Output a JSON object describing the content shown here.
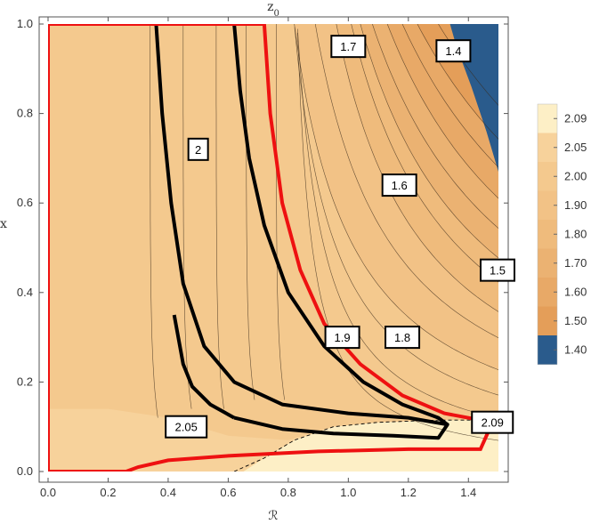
{
  "chart_data": {
    "type": "contour",
    "title": "z0",
    "xlabel": "ℛ",
    "ylabel": "x",
    "xlim": [
      0,
      1.5
    ],
    "ylim": [
      0,
      1.0
    ],
    "x_ticks": [
      "0.0",
      "0.2",
      "0.4",
      "0.6",
      "0.8",
      "1.0",
      "1.2",
      "1.4"
    ],
    "y_ticks": [
      "0.0",
      "0.2",
      "0.4",
      "0.6",
      "0.8",
      "1.0"
    ],
    "x_tick_values": [
      0,
      0.2,
      0.4,
      0.6,
      0.8,
      1.0,
      1.2,
      1.4
    ],
    "y_tick_values": [
      0,
      0.2,
      0.4,
      0.6,
      0.8,
      1.0
    ],
    "contour_labels": [
      {
        "text": "1.7",
        "x": 1.0,
        "y": 0.95
      },
      {
        "text": "1.4",
        "x": 1.35,
        "y": 0.94
      },
      {
        "text": "2",
        "x": 0.5,
        "y": 0.72
      },
      {
        "text": "1.6",
        "x": 1.17,
        "y": 0.64
      },
      {
        "text": "1.5",
        "x": 1.5,
        "y": 0.45
      },
      {
        "text": "1.9",
        "x": 0.98,
        "y": 0.3
      },
      {
        "text": "1.8",
        "x": 1.18,
        "y": 0.3
      },
      {
        "text": "2.05",
        "x": 0.46,
        "y": 0.1
      },
      {
        "text": "2.09",
        "x": 1.48,
        "y": 0.11
      }
    ],
    "legend": {
      "levels": [
        "2.09",
        "2.05",
        "2.00",
        "1.90",
        "1.80",
        "1.70",
        "1.60",
        "1.50",
        "1.40"
      ],
      "colors": [
        "#fdefc6",
        "#f7d29b",
        "#f4c98e",
        "#f2c286",
        "#efbb7c",
        "#ebb272",
        "#e8a967",
        "#e49e59",
        "#2a5b8c"
      ]
    },
    "region_colors": {
      "z_2_09_plus": "#fdefc6",
      "z_2_05": "#f7d29b",
      "z_2_00": "#f4c98e",
      "z_1_90": "#f2c286",
      "z_1_80": "#efbb7c",
      "z_1_70": "#ebb272",
      "z_1_60": "#e8a967",
      "z_1_50": "#e49e59",
      "z_below_1_5": "#2a5b8c"
    },
    "boundary_colors": {
      "red": "#ee1111",
      "black": "#000000"
    }
  }
}
